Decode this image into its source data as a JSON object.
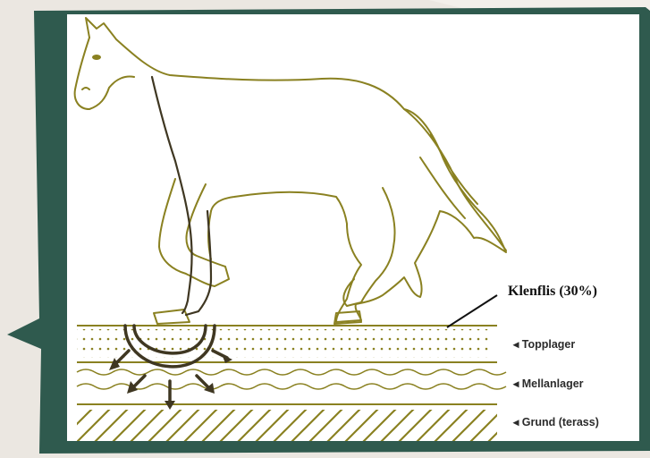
{
  "diagram": {
    "callout": {
      "text": "Klenflis (30%)"
    },
    "layers": [
      {
        "id": "top",
        "label": "◂ Topplager"
      },
      {
        "id": "middle",
        "label": "◂ Mellanlager"
      },
      {
        "id": "base",
        "label": "◂ Grund (terass)"
      }
    ],
    "colors": {
      "frame": "#2f5a4e",
      "background": "#ebe7e1",
      "panel": "#ffffff",
      "outline": "#8a8121",
      "dark_leg": "#3f3722",
      "arrows": "#3f3722"
    }
  }
}
